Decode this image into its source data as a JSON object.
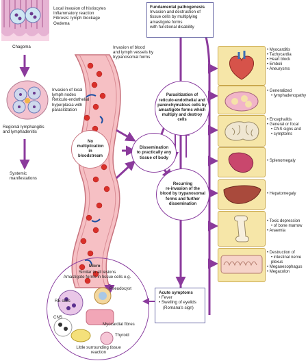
{
  "top_left": {
    "caption": "Chagoma",
    "notes": [
      "Local invasion of histiocytes",
      "Inflammatory reaction",
      "Fibrosis: lymph blockage",
      "Oedema"
    ]
  },
  "lymph_node": {
    "notes": [
      "Invasion of local",
      "lymph nodes",
      "Reticulo-endothelial",
      "hyperplasia with",
      "parasitization"
    ],
    "caption": [
      "Regional lymphangitis",
      "and lymphadenitis"
    ]
  },
  "systemic": [
    "Systemic",
    "manifestations"
  ],
  "vessel_label": [
    "Invasion of blood",
    "and lymph vessels by",
    "trypanosomal forms"
  ],
  "no_multiplication": [
    "No",
    "multiplication",
    "in",
    "bloodstream"
  ],
  "dissemination": [
    "Dissemination",
    "to practically any",
    "tissue of body"
  ],
  "fundamental": {
    "title": "Fundamental pathogenesis",
    "text": [
      "Invasion and destruction of",
      "tissue cells by multiplying",
      "amastigote forms",
      "with functional disability"
    ]
  },
  "parasitization": [
    "Parasitization of",
    "reticulo-endothelial and",
    "parenchymatous cells by",
    "amastigote forms which",
    "multiply and destroy",
    "cells"
  ],
  "recurring": [
    "Recurring",
    "re-invasion of the",
    "blood by trypanosomal",
    "forms and further",
    "dissemination"
  ],
  "acute": {
    "title": "Acute symptoms",
    "items": [
      "Fever",
      "Swelling of eyelids",
      "(Romana's sign)"
    ]
  },
  "micro": {
    "title": "Micro",
    "subtitle": [
      "Similar in all lesions",
      "Amastigote forms in tissue cells e.g."
    ],
    "labels": {
      "re_cells": "RE cells",
      "pseudocyst": "Pseudocyst",
      "myocardial": "Myocardial fibres",
      "cns": "CNS",
      "thyroid": "Thyroid",
      "footer": [
        "Little surrounding tissue",
        "reaction"
      ]
    }
  },
  "organs": [
    {
      "icon": "heart-icon",
      "items": [
        "Myocarditis",
        "Tachycardia",
        "Heart block",
        "Emboli",
        "Aneurysms"
      ]
    },
    {
      "icon": "lymph-node-icon",
      "items": [
        "Generalized",
        "lymphadenopathy"
      ]
    },
    {
      "icon": "brain-icon",
      "items": [
        "Encephalitis",
        "General or focal",
        "CNS signs and",
        "symptoms"
      ]
    },
    {
      "icon": "spleen-icon",
      "items": [
        "Splenomegaly"
      ]
    },
    {
      "icon": "liver-icon",
      "items": [
        "Hepatomegaly"
      ]
    },
    {
      "icon": "bone-icon",
      "items": [
        "Toxic depression",
        "of bone marrow",
        "Anaemia"
      ]
    },
    {
      "icon": "intestine-icon",
      "items": [
        "Destruction of",
        "intestinal nerve plexus",
        "Megaoesophagus",
        "Megacolon"
      ]
    }
  ],
  "colors": {
    "arrow": "#8b3a9c",
    "box_border": "#6a6aa6",
    "vessel": "#e79aa0",
    "organ_bg": "#f6e6a8",
    "rbc": "#d9302a"
  }
}
